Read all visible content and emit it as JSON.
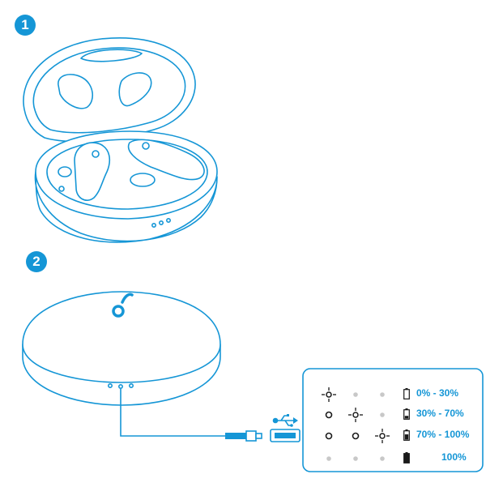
{
  "steps": {
    "first": "1",
    "second": "2"
  },
  "colors": {
    "accent": "#1596d6",
    "ink": "#1a1a1a",
    "dim": "#c8c8c8",
    "case_fill": "#ffffff"
  },
  "icons": {
    "brand": "brand-logo-icon",
    "usb": "usb-symbol-icon",
    "blink": "blinking-led-icon",
    "on": "solid-led-icon",
    "off": "off-led-icon"
  },
  "led_rows": [
    {
      "leds": [
        "blink",
        "off",
        "off"
      ],
      "battery_level": 0.0,
      "label": "0% - 30%"
    },
    {
      "leds": [
        "on",
        "blink",
        "off"
      ],
      "battery_level": 0.33,
      "label": "30% - 70%"
    },
    {
      "leds": [
        "on",
        "on",
        "blink"
      ],
      "battery_level": 0.66,
      "label": "70% - 100%"
    },
    {
      "leds": [
        "off",
        "off",
        "off"
      ],
      "battery_level": 1.0,
      "label": "100%"
    }
  ]
}
